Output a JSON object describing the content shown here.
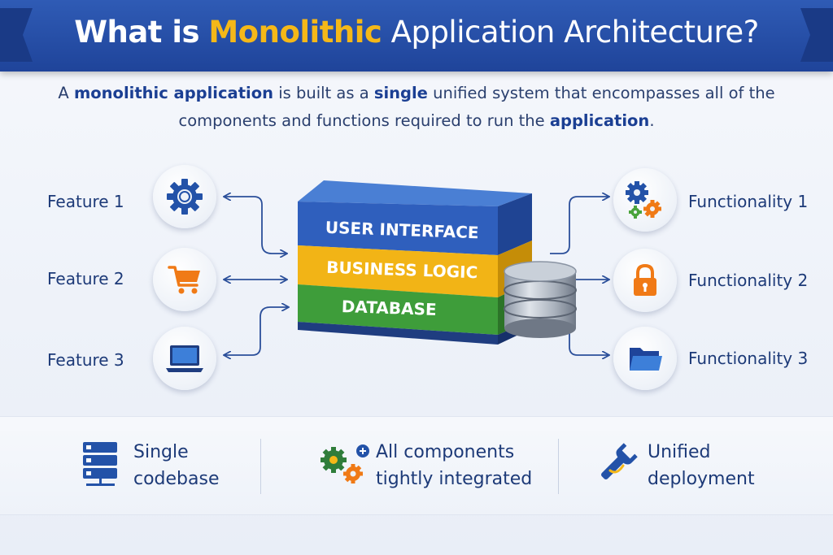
{
  "header": {
    "title_prefix": "What is",
    "title_highlight": "Monolithic",
    "title_suffix": "Application Architecture?"
  },
  "intro": {
    "p1": "A",
    "p2": "monolithic application",
    "p3": "is built as a",
    "p4": "single",
    "p5": "unified system that encompasses all of the",
    "p6": "components and functions required to run the",
    "p7": "application",
    "p8": "."
  },
  "features": [
    {
      "label": "Feature 1",
      "icon": "gear-icon"
    },
    {
      "label": "Feature 2",
      "icon": "shopping-cart-icon"
    },
    {
      "label": "Feature 3",
      "icon": "laptop-icon"
    }
  ],
  "functionalities": [
    {
      "label": "Functionality 1",
      "icon": "gears-icon"
    },
    {
      "label": "Functionality 2",
      "icon": "padlock-icon"
    },
    {
      "label": "Functionality 3",
      "icon": "folder-icon"
    }
  ],
  "stack": {
    "layers": [
      {
        "label": "USER INTERFACE",
        "color": "#2f5fbd"
      },
      {
        "label": "BUSINESS LOGIC",
        "color": "#f2b416"
      },
      {
        "label": "DATABASE",
        "color": "#3e9d3a"
      }
    ]
  },
  "bottom": [
    {
      "line1": "Single",
      "line2": "codebase",
      "icon": "server-icon"
    },
    {
      "line1": "All components",
      "line2": "tightly integrated",
      "icon": "integrated-gears-icon"
    },
    {
      "line1": "Unified",
      "line2": "deployment",
      "icon": "wrench-icon"
    }
  ],
  "colors": {
    "banner": "#2450a8",
    "highlight": "#f5b818",
    "text": "#1d3a78"
  }
}
